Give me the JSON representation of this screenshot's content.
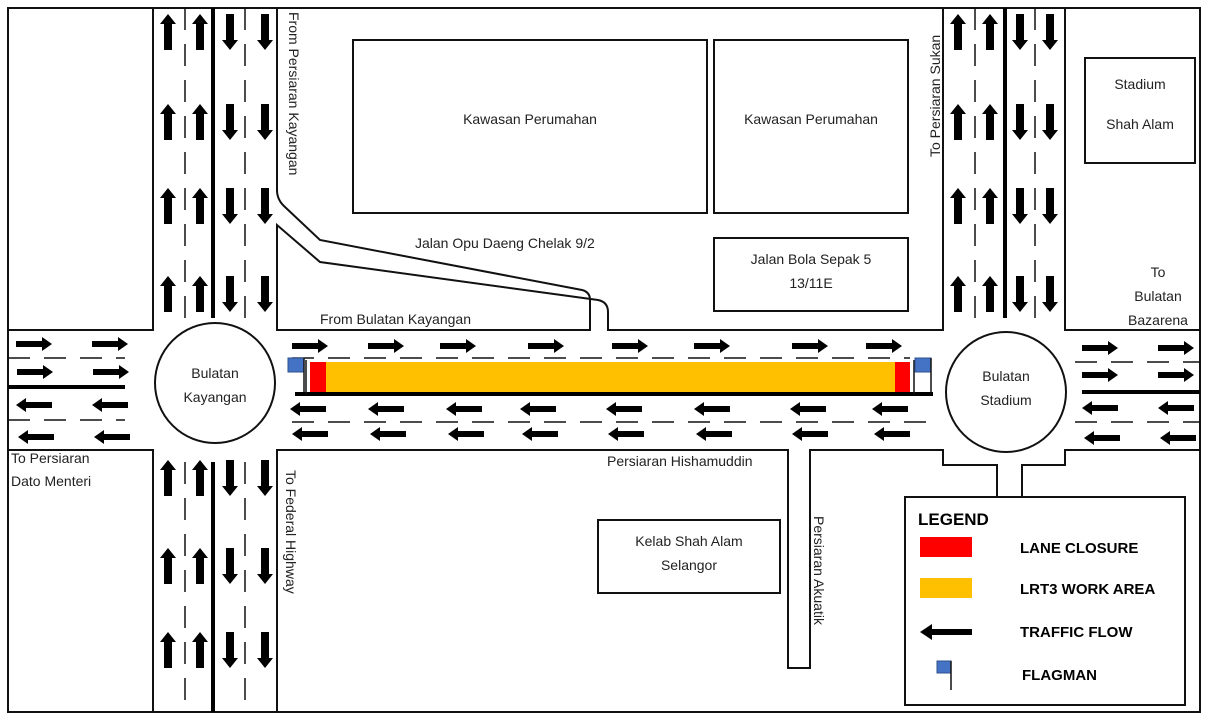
{
  "roads": {
    "from_persiaran_kayangan": "From Persiaran Kayangan",
    "to_persiaran_sukan": "To Persiaran Sukan",
    "to_federal_highway": "To Federal Highway",
    "persiaran_akuatik": "Persiaran Akuatik",
    "jalan_opu_daeng": "Jalan Opu Daeng Chelak 9/2",
    "from_bulatan_kayangan": "From Bulatan Kayangan",
    "persiaran_hishamuddin": "Persiaran Hishamuddin",
    "to_persiaran_line1": "To Persiaran",
    "to_persiaran_line2": "Dato Menteri",
    "to_bulatan_line1": "To",
    "to_bulatan_line2": "Bulatan",
    "to_bulatan_line3": "Bazarena"
  },
  "places": {
    "kawasan1": "Kawasan Perumahan",
    "kawasan2": "Kawasan Perumahan",
    "bola_line1": "Jalan Bola Sepak 5",
    "bola_line2": "13/11E",
    "stadium_line1": "Stadium",
    "stadium_line2": "Shah Alam",
    "kelab_line1": "Kelab Shah Alam",
    "kelab_line2": "Selangor",
    "kayangan_line1": "Bulatan",
    "kayangan_line2": "Kayangan",
    "bstadium_line1": "Bulatan",
    "bstadium_line2": "Stadium"
  },
  "legend": {
    "title": "LEGEND",
    "items": [
      {
        "label": "LANE CLOSURE",
        "symbol": "red-box"
      },
      {
        "label": "LRT3 WORK AREA",
        "symbol": "orange-box"
      },
      {
        "label": "TRAFFIC FLOW",
        "symbol": "arrow-left-icon"
      },
      {
        "label": "FLAGMAN",
        "symbol": "flag-icon"
      }
    ]
  },
  "colors": {
    "lane_closure": "#ff0000",
    "work_area": "#ffc000",
    "flag": "#4472c4",
    "arrow": "#000000"
  }
}
